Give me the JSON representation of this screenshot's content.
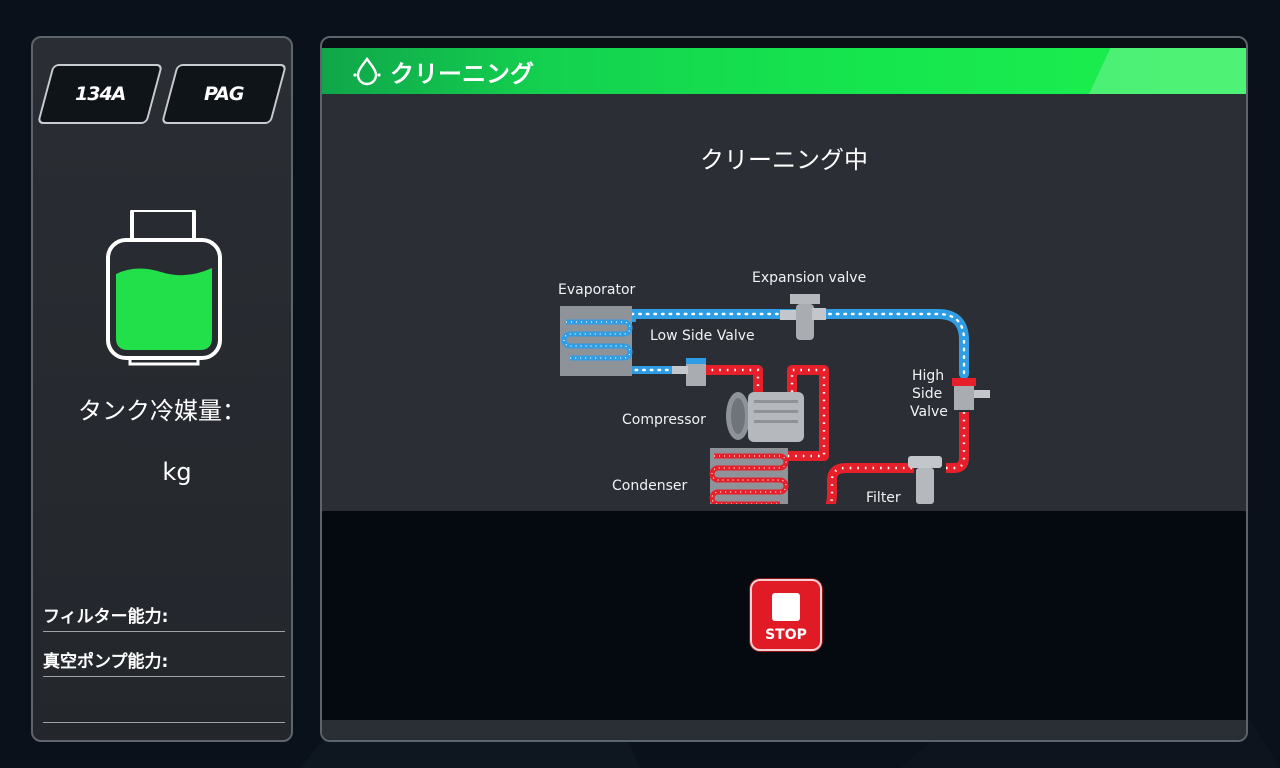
{
  "refrigerant_tags": [
    {
      "label": "134A"
    },
    {
      "label": "PAG"
    }
  ],
  "tank": {
    "label": "タンク冷媒量：",
    "unit": "kg",
    "fill_color": "#22e04a",
    "fill_level": 0.5
  },
  "info": {
    "filter_label": "フィルター能力:",
    "pump_label": "真空ポンプ能力:"
  },
  "header": {
    "icon": "droplet-icon",
    "title": "クリーニング"
  },
  "status": {
    "title": "クリーニング中"
  },
  "diagram": {
    "evaporator": "Evaporator",
    "expansion_valve": "Expansion valve",
    "low_side_valve": "Low Side Valve",
    "compressor": "Compressor",
    "condenser": "Condenser",
    "high_side_valve_1": "High",
    "high_side_valve_2": "Side",
    "high_side_valve_3": "Valve",
    "filter": "Filter",
    "low_pressure_color": "#2f9de4",
    "high_pressure_color": "#e5202b"
  },
  "controls": {
    "stop_label": "STOP"
  },
  "colors": {
    "accent_green": "#16e64e",
    "stop_red": "#e11b25"
  }
}
